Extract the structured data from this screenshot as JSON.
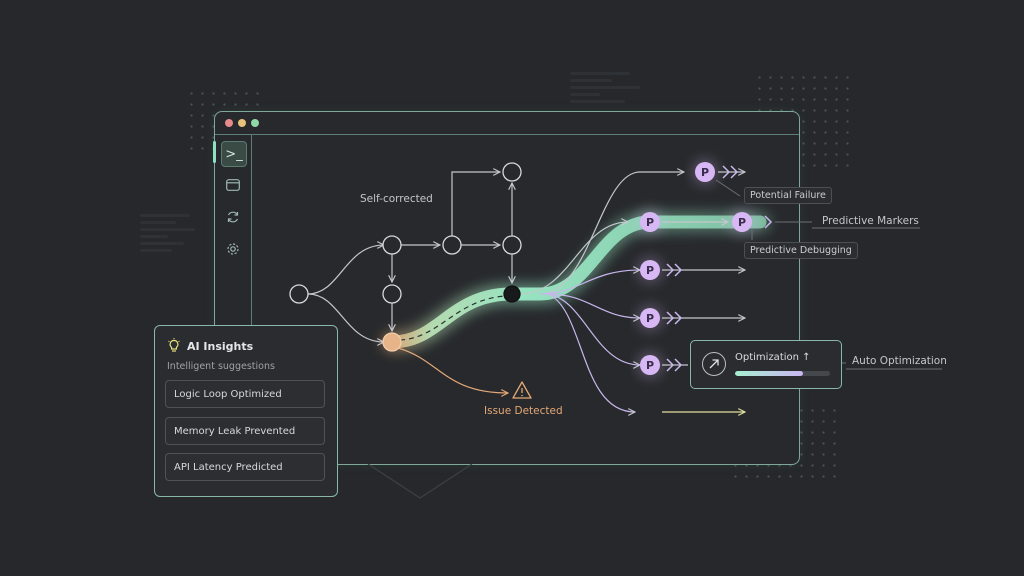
{
  "labels": {
    "self_corrected": "Self-corrected",
    "issue_detected": "Issue Detected",
    "potential_failure": "Potential Failure",
    "predictive_markers": "Predictive Markers",
    "predictive_debugging": "Predictive Debugging",
    "auto_optimization": "Auto Optimization"
  },
  "ai_insights": {
    "title": "AI Insights",
    "subtitle": "Intelligent suggestions",
    "items": [
      "Logic Loop Optimized",
      "Memory Leak Prevented",
      "API Latency Predicted"
    ]
  },
  "optimization": {
    "title": "Optimization",
    "progress": 0.72
  },
  "sidebar": {
    "icons": [
      "terminal-icon",
      "browser-window-icon",
      "refresh-cycle-icon",
      "gear-icon"
    ],
    "active_index": 0
  },
  "window": {
    "traffic_lights": [
      "#e88b8b",
      "#e6c27a",
      "#8fd9a8"
    ]
  },
  "colors": {
    "accent_green": "#8fe8c0",
    "marker_purple": "#d8b8f4",
    "issue_orange": "#e4a877",
    "line": "#c3c7cc"
  },
  "icons": {
    "marker_glyph": "P",
    "warning_glyph": "!",
    "bulb": "lightbulb-icon",
    "arrow_up_right": "arrow-up-right-icon",
    "up_arrow": "↑"
  }
}
